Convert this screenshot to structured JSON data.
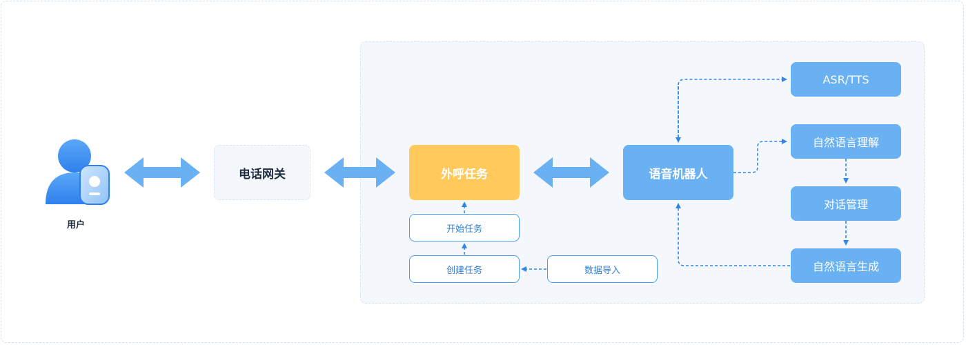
{
  "user": {
    "label": "用户"
  },
  "gateway": {
    "label": "电话网关"
  },
  "outbound_task": {
    "label": "外呼任务"
  },
  "start_task": {
    "label": "开始任务"
  },
  "create_task": {
    "label": "创建任务"
  },
  "data_import": {
    "label": "数据导入"
  },
  "voice_robot": {
    "label": "语音机器人"
  },
  "services": {
    "asr_tts": "ASR/TTS",
    "nlu": "自然语言理解",
    "dialog": "对话管理",
    "nlg": "自然语言生成"
  },
  "colors": {
    "orange": "#ffc95c",
    "blue": "#69b1f2",
    "arrow": "#69b1f2",
    "line": "#2f86e6"
  },
  "icons": {
    "user": "user-badge-icon"
  }
}
